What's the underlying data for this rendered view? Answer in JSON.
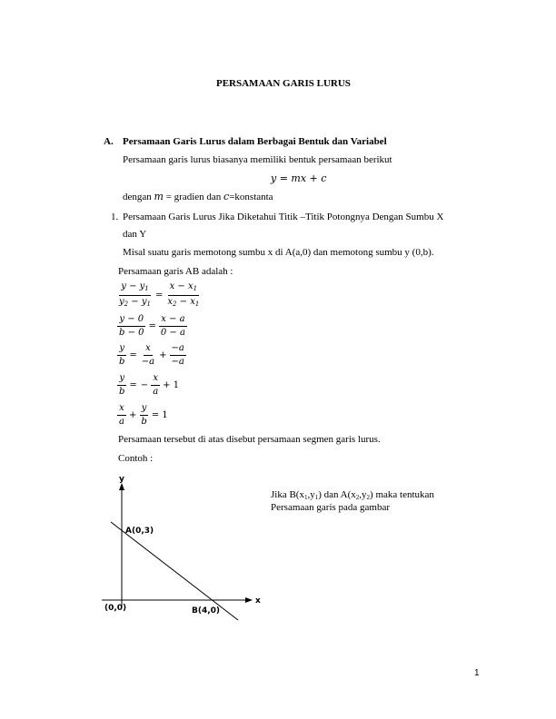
{
  "title": "PERSAMAAN GARIS LURUS",
  "section": {
    "letter": "A.",
    "heading": "Persamaan Garis Lurus dalam Berbagai Bentuk dan Variabel"
  },
  "intro": "Persamaan garis lurus biasanya memiliki bentuk persamaan berikut",
  "general_equation": "y = mx + c",
  "definition": {
    "prefix": "dengan ",
    "m": "m",
    "mid": " = gradien dan ",
    "c": "c",
    "suffix": "=konstanta"
  },
  "item1": {
    "number": "1.",
    "heading_line1": "Persamaan Garis Lurus Jika Diketahui Titik –Titik Potongnya Dengan Sumbu X",
    "heading_line2": "dan Y",
    "text": "Misal suatu garis memotong sumbu x di A(a,0) dan memotong sumbu y (0,b)."
  },
  "ab_intro": "Persamaan garis AB adalah :",
  "steps": {
    "s1": {
      "n1": "y − y",
      "n1s": "1",
      "d1": "y",
      "d1s": "2",
      "d1b": " − y",
      "d1bs": "1",
      "n2": "x − x",
      "n2s": "1",
      "d2": "x",
      "d2s": "2",
      "d2b": " − x",
      "d2bs": "1"
    },
    "s2": {
      "n1": "y − 0",
      "d1": "b − 0",
      "n2": "x − a",
      "d2": "0 − a"
    },
    "s3": {
      "n1": "y",
      "d1": "b",
      "n2": "x",
      "d2": "−a",
      "n3": "−a",
      "d3": "−a"
    },
    "s4": {
      "n1": "y",
      "d1": "b",
      "minus": "−",
      "n2": "x",
      "d2": "a",
      "tail": "+ 1"
    },
    "s5": {
      "n1": "x",
      "d1": "a",
      "n2": "y",
      "d2": "b",
      "tail": "= 1"
    }
  },
  "segment_note": "Persamaan tersebut di atas disebut persamaan segmen garis lurus.",
  "example_label": "Contoh :",
  "question": {
    "line1_a": "Jika B(x",
    "s1": "1",
    "line1_b": ",y",
    "s2": "1",
    "line1_c": ") dan A(x",
    "s3": "2",
    "line1_d": ",y",
    "s4": "2",
    "line1_e": ") maka tentukan",
    "line2": "Persamaan garis pada gambar"
  },
  "graph": {
    "y_axis": "y",
    "x_axis": "x",
    "point_a": "A(0,3)",
    "point_b": "B(4,0)",
    "origin": "(0,0)"
  },
  "page_number": "1"
}
